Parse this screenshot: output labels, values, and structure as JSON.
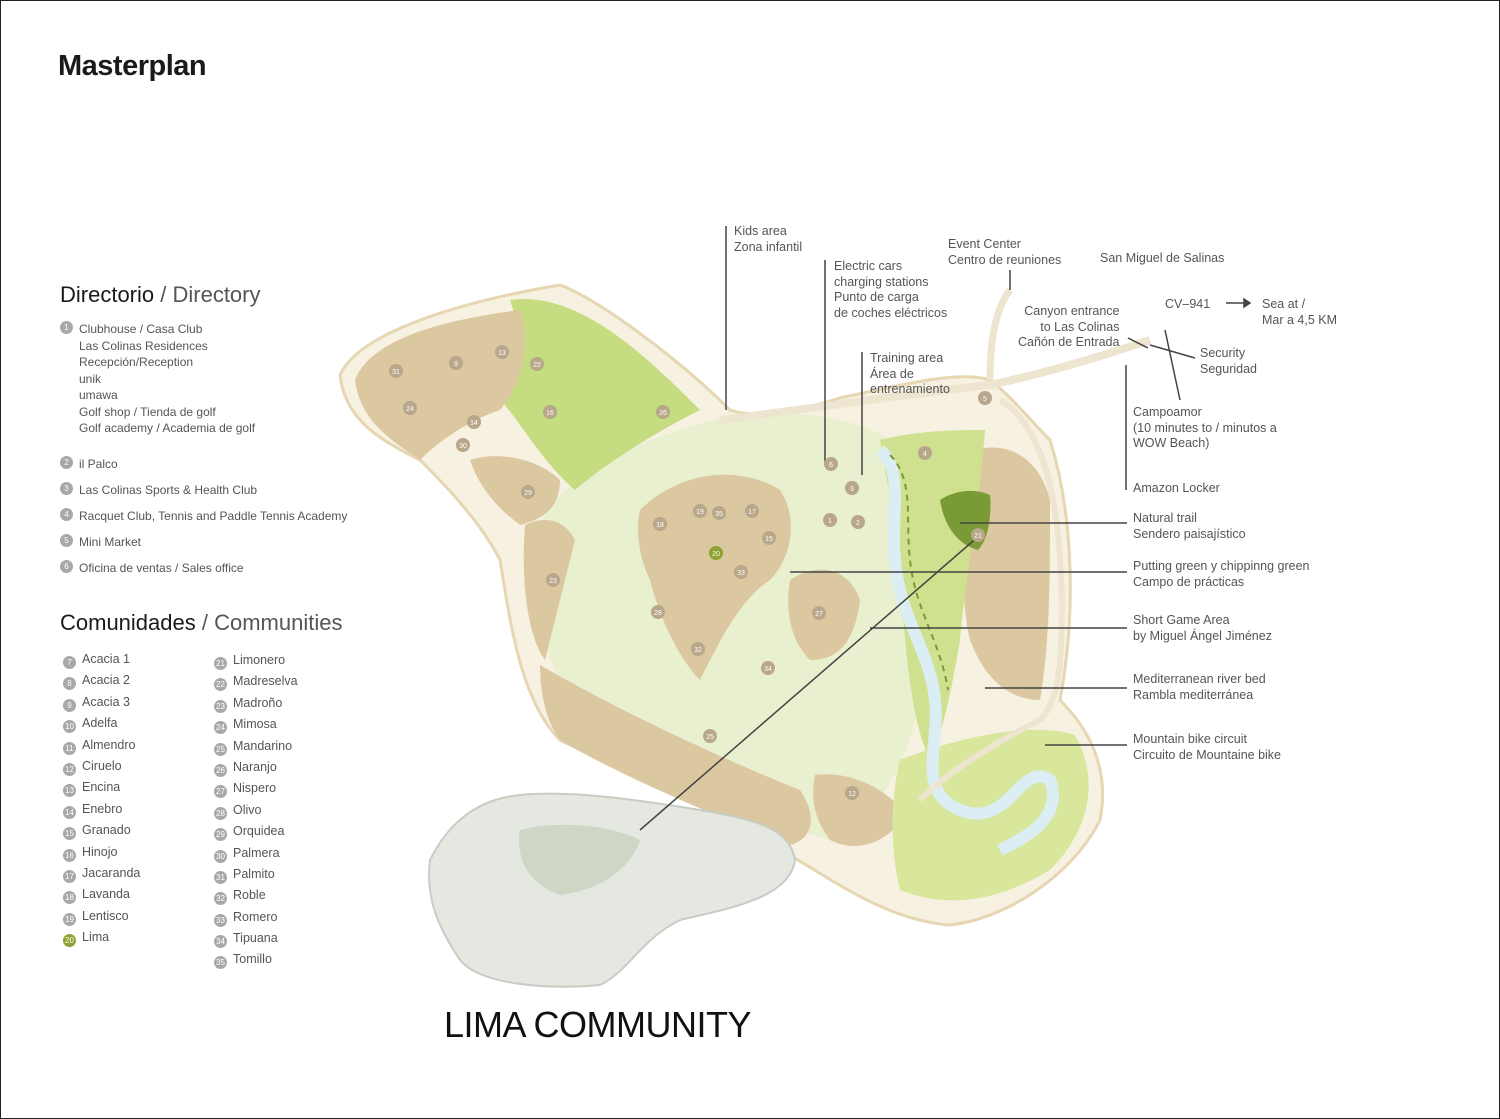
{
  "page": {
    "title": "Masterplan",
    "caption": "LIMA COMMUNITY"
  },
  "colors": {
    "tan": "#d9c49c",
    "light_green": "#e7efc6",
    "green": "#c5dc80",
    "dark_green": "#7a9a35",
    "water": "#dbeef3",
    "road": "#eee5d0",
    "outline": "#e6d6b2",
    "badge_gray": "#a8a8a8",
    "badge_lima": "#8ea22f"
  },
  "directory": {
    "heading_bold": "Directorio",
    "heading_thin": " / Directory",
    "items": [
      {
        "num": "1",
        "lines": [
          "Clubhouse / Casa Club",
          "Las Colinas Residences",
          "Recepción/Reception",
          "unik",
          "umawa",
          "Golf shop / Tienda de golf",
          "Golf academy / Academia de golf"
        ]
      },
      {
        "num": "2",
        "lines": [
          "il Palco"
        ]
      },
      {
        "num": "3",
        "lines": [
          "Las Colinas Sports & Health Club"
        ]
      },
      {
        "num": "4",
        "lines": [
          "Racquet Club, Tennis and Paddle Tennis Academy"
        ]
      },
      {
        "num": "5",
        "lines": [
          "Mini Market"
        ]
      },
      {
        "num": "6",
        "lines": [
          "Oficina de ventas / Sales office"
        ]
      }
    ]
  },
  "communities": {
    "heading_bold": "Comunidades",
    "heading_thin": " / Communities",
    "col1": [
      {
        "num": "7",
        "name": "Acacia 1"
      },
      {
        "num": "8",
        "name": "Acacia 2"
      },
      {
        "num": "9",
        "name": "Acacia 3"
      },
      {
        "num": "10",
        "name": "Adelfa"
      },
      {
        "num": "11",
        "name": "Almendro"
      },
      {
        "num": "12",
        "name": "Ciruelo"
      },
      {
        "num": "13",
        "name": "Encina"
      },
      {
        "num": "14",
        "name": "Enebro"
      },
      {
        "num": "15",
        "name": "Granado"
      },
      {
        "num": "16",
        "name": "Hinojo"
      },
      {
        "num": "17",
        "name": "Jacaranda"
      },
      {
        "num": "18",
        "name": "Lavanda"
      },
      {
        "num": "19",
        "name": "Lentisco"
      },
      {
        "num": "20",
        "name": "Lima"
      }
    ],
    "col2": [
      {
        "num": "21",
        "name": "Limonero"
      },
      {
        "num": "22",
        "name": "Madreselva"
      },
      {
        "num": "23",
        "name": "Madroño"
      },
      {
        "num": "24",
        "name": "Mimosa"
      },
      {
        "num": "25",
        "name": "Mandarino"
      },
      {
        "num": "26",
        "name": "Naranjo"
      },
      {
        "num": "27",
        "name": "Nispero"
      },
      {
        "num": "28",
        "name": "Olivo"
      },
      {
        "num": "29",
        "name": "Orquidea"
      },
      {
        "num": "30",
        "name": "Palmera"
      },
      {
        "num": "31",
        "name": "Palmito"
      },
      {
        "num": "32",
        "name": "Roble"
      },
      {
        "num": "33",
        "name": "Romero"
      },
      {
        "num": "34",
        "name": "Tipuana"
      },
      {
        "num": "35",
        "name": "Tomillo"
      }
    ]
  },
  "annotations": {
    "kids_area": [
      "Kids area",
      "Zona infantil"
    ],
    "event_center": [
      "Event Center",
      "Centro de reuniones"
    ],
    "san_miguel": [
      "San Miguel de Salinas"
    ],
    "electric_cars": [
      "Electric cars",
      "charging stations",
      "Punto de carga",
      "de coches eléctricos"
    ],
    "canyon_entrance": [
      "Canyon entrance",
      "to Las Colinas",
      "Cañón de Entrada"
    ],
    "cv941": "CV–941",
    "sea": [
      "Sea at /",
      "Mar a 4,5 KM"
    ],
    "security": [
      "Security",
      "Seguridad"
    ],
    "training_area": [
      "Training area",
      "Área de",
      "entrenamiento"
    ],
    "campoamor": [
      "Campoamor",
      "(10 minutes to / minutos a",
      "WOW Beach)"
    ],
    "amazon_locker": [
      "Amazon Locker"
    ],
    "natural_trail": [
      "Natural trail",
      "Sendero paisajístico"
    ],
    "putting_green": [
      "Putting green y chippinng green",
      "Campo de prácticas"
    ],
    "short_game": [
      "Short Game Area",
      "by Miguel Ángel Jiménez"
    ],
    "river_bed": [
      "Mediterranean river bed",
      "Rambla mediterránea"
    ],
    "mtb_circuit": [
      "Mountain bike circuit",
      "Circuito de Mountaine bike"
    ]
  },
  "map_markers": [
    "1",
    "2",
    "3",
    "4",
    "5",
    "6",
    "9",
    "12",
    "13",
    "14",
    "15",
    "16",
    "17",
    "18",
    "19",
    "20",
    "21",
    "22",
    "23",
    "24",
    "25",
    "26",
    "27",
    "28",
    "29",
    "30",
    "31",
    "32",
    "33",
    "34",
    "35"
  ]
}
